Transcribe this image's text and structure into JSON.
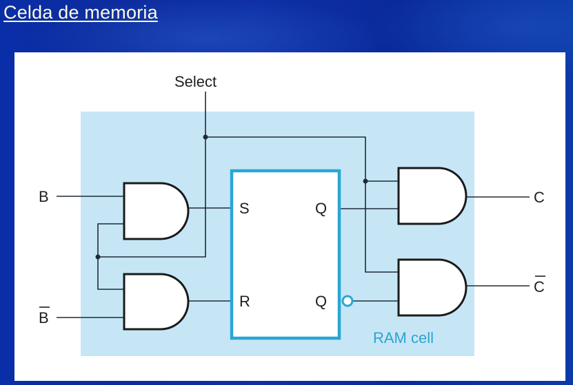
{
  "slide": {
    "title": "Celda de memoria"
  },
  "diagram": {
    "title": "RAM cell",
    "colors": {
      "cell_background": "#c6e6f6",
      "flipflop_border": "#28a6d6",
      "wire": "#1e2a36",
      "label": "#1e1e1e",
      "cell_label": "#2fa3cf"
    },
    "labels": {
      "select": "Select",
      "input_b": "B",
      "input_b_bar": "B",
      "flipflop_s": "S",
      "flipflop_r": "R",
      "flipflop_q": "Q",
      "flipflop_q_bar": "Q",
      "output_c": "C",
      "output_c_bar": "C",
      "cell": "RAM cell"
    },
    "components": [
      {
        "id": "and-set",
        "type": "AND",
        "inputs": [
          "B",
          "Select"
        ],
        "output": "S"
      },
      {
        "id": "and-reset",
        "type": "AND",
        "inputs": [
          "Select",
          "B̄"
        ],
        "output": "R"
      },
      {
        "id": "sr-flipflop",
        "type": "SR flip-flop",
        "inputs": [
          "S",
          "R"
        ],
        "outputs": [
          "Q",
          "Q̄"
        ]
      },
      {
        "id": "and-out",
        "type": "AND",
        "inputs": [
          "Select",
          "Q"
        ],
        "output": "C"
      },
      {
        "id": "and-out-bar",
        "type": "AND",
        "inputs": [
          "Select",
          "Q̄"
        ],
        "output": "C̄"
      }
    ]
  }
}
